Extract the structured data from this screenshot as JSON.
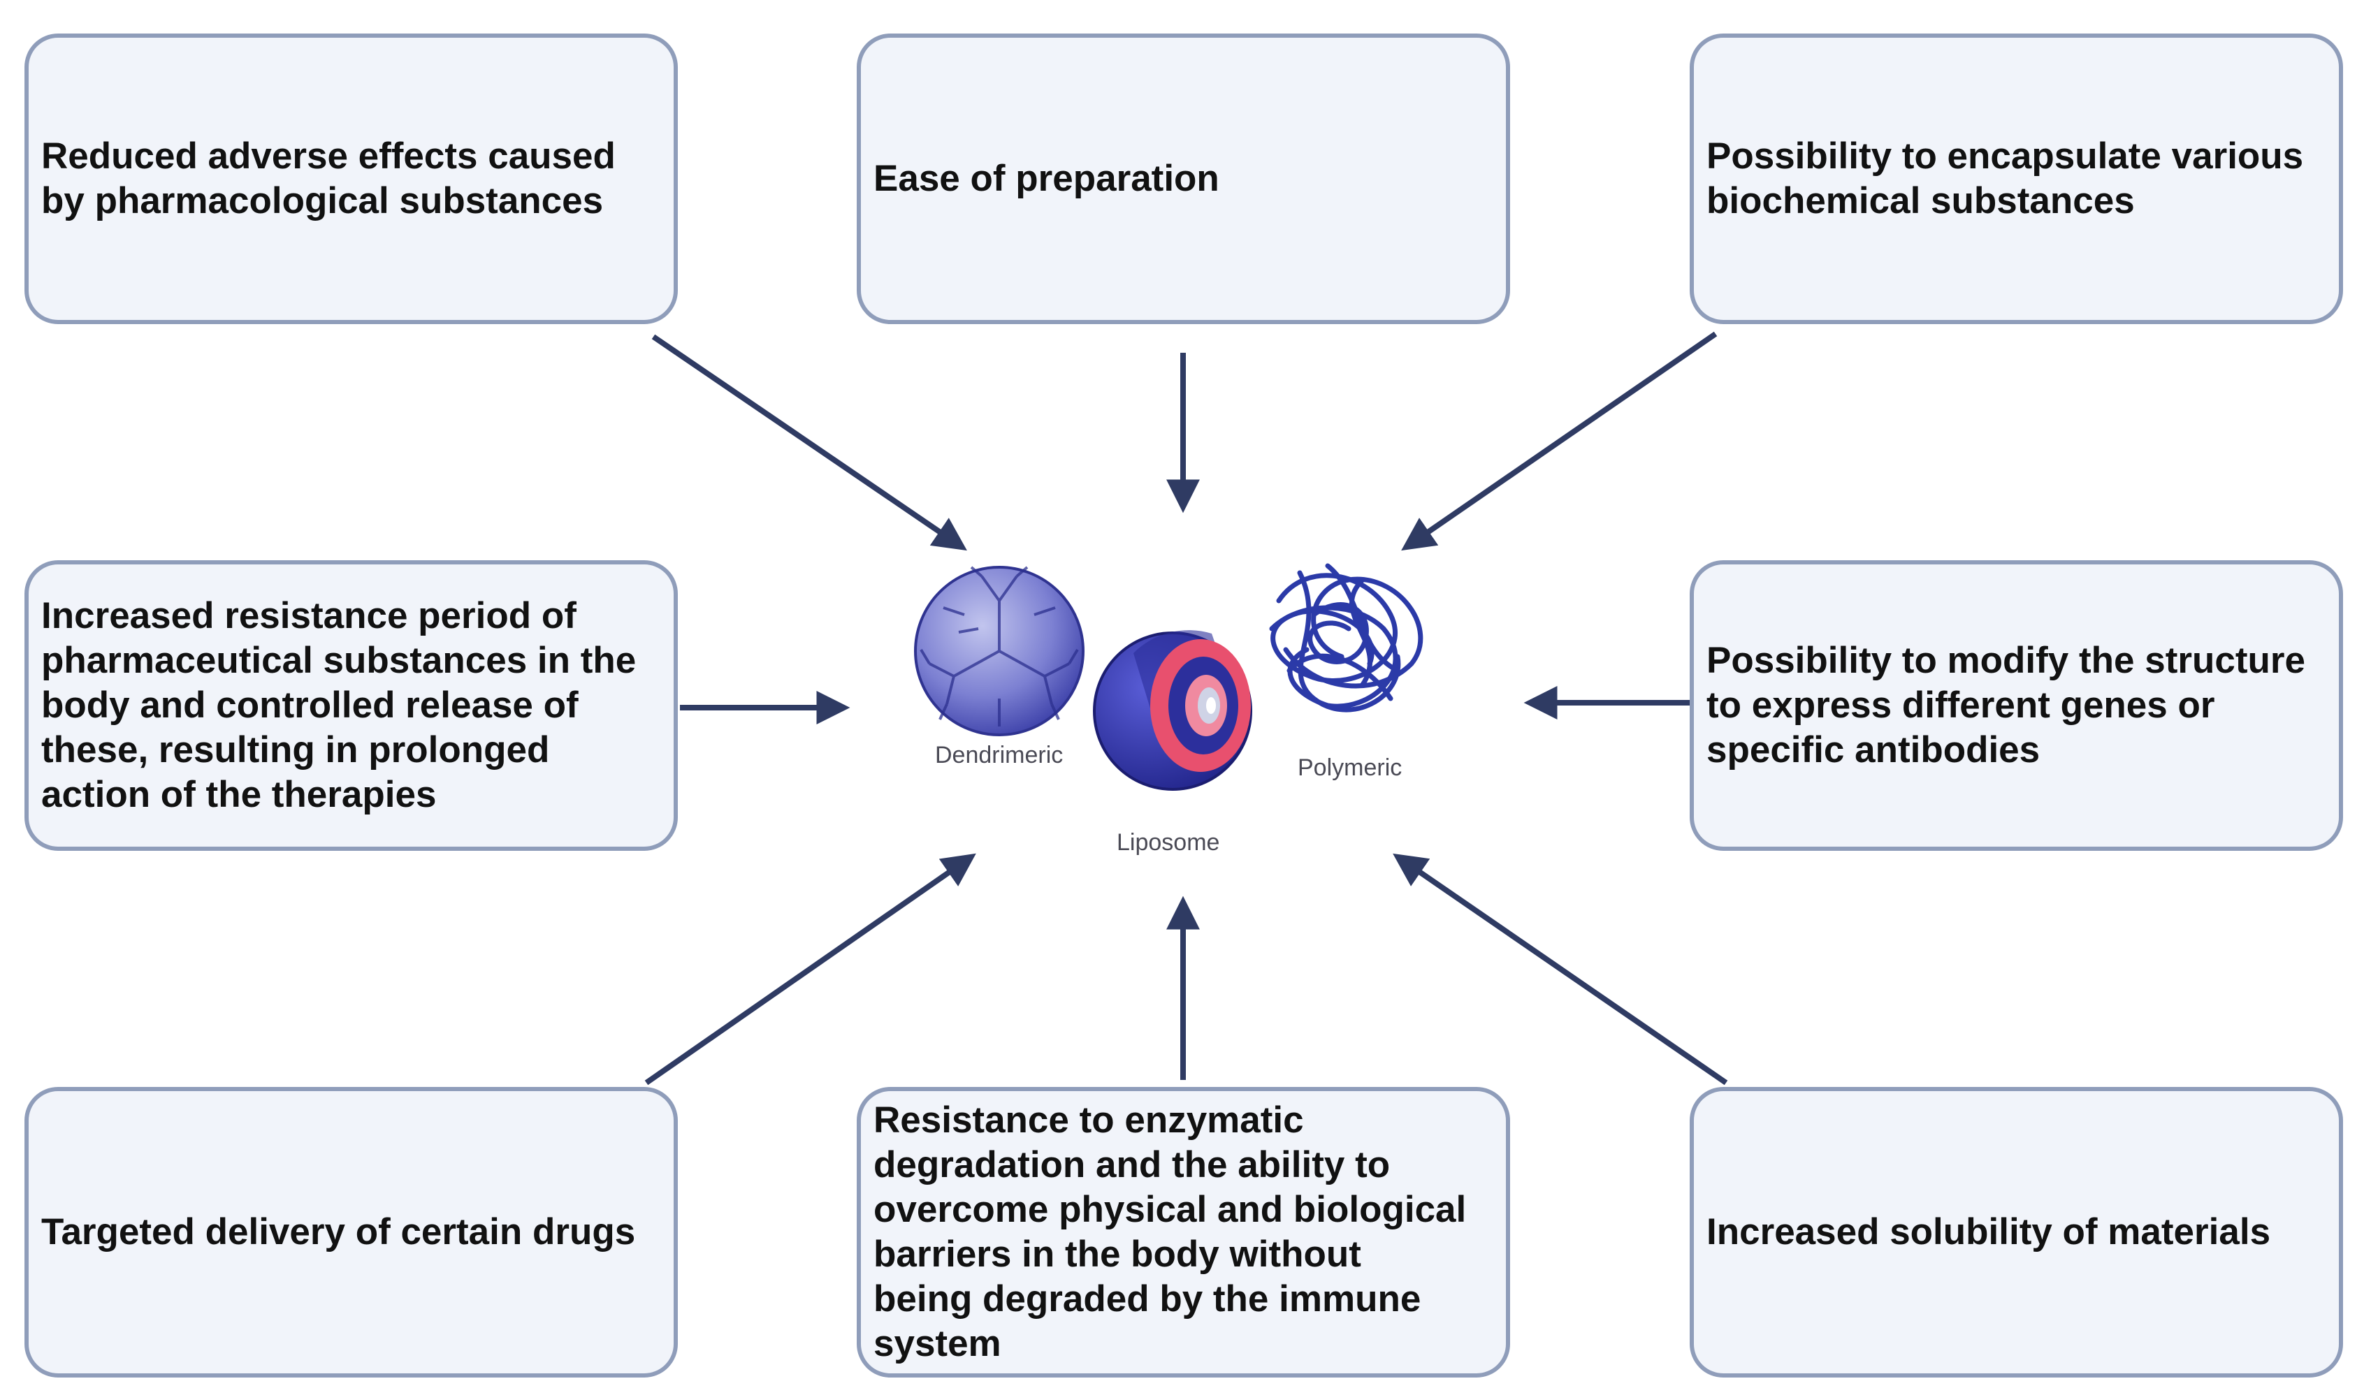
{
  "benefits": [
    {
      "id": "top-left",
      "text": "Reduced adverse effects caused\nby   pharmacological substances"
    },
    {
      "id": "top-center",
      "text": "Ease of preparation"
    },
    {
      "id": "top-right",
      "text": "Possibility to encapsulate various\nbiochemical substances"
    },
    {
      "id": "middle-left",
      "text": "Increased resistance period of\npharmaceutical substances in the\nbody and controlled release of\nthese,   resulting in prolonged\naction of the therapies"
    },
    {
      "id": "middle-right",
      "text": "Possibility to modify the structure\nto   express different genes or\nspecific antibodies"
    },
    {
      "id": "bottom-left",
      "text": "Targeted delivery of certain drugs"
    },
    {
      "id": "bottom-center",
      "text": "Resistance to enzymatic\ndegradation and the   ability to\novercome physical and biological\nbarriers in the body without\nbeing degraded by the immune\nsystem"
    },
    {
      "id": "bottom-right",
      "text": "Increased solubility of materials"
    }
  ],
  "nanoparticles": {
    "dendrimeric": "Dendrimeric",
    "liposome": "Liposome",
    "polymeric": "Polymeric"
  },
  "colors": {
    "box_fill": "#f1f4fa",
    "box_border": "#8f9dba",
    "arrow": "#2f3b63",
    "particle_blue": "#3b3fa8",
    "liposome_pink": "#e8506e"
  }
}
